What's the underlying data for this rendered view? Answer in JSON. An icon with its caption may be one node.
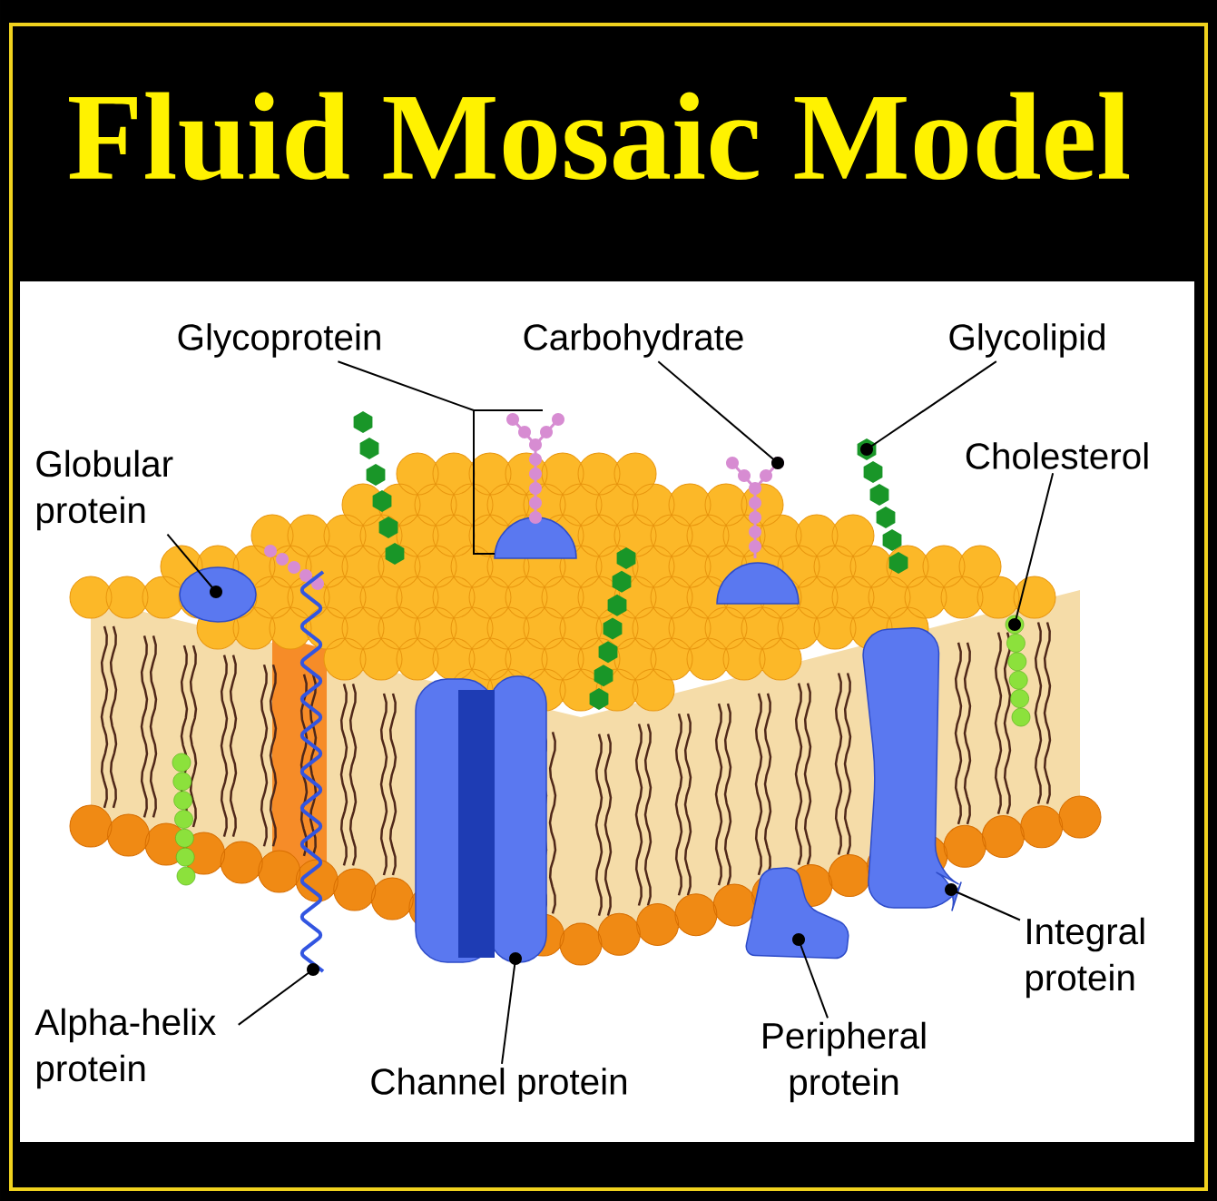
{
  "diagram": {
    "title": "Fluid Mosaic Model",
    "nodes": [
      {
        "text": [
          "Glycoprotein"
        ]
      },
      {
        "text": [
          "Carbohydrate"
        ]
      },
      {
        "text": [
          "Glycolipid"
        ]
      },
      {
        "text": [
          "Globular protein"
        ]
      },
      {
        "text": [
          "Cholesterol"
        ]
      },
      {
        "text": [
          "Integral protein"
        ]
      },
      {
        "text": [
          "Alpha-helix protein"
        ]
      },
      {
        "text": [
          "Channel protein"
        ]
      },
      {
        "text": [
          "Peripheral protein"
        ]
      },
      {
        "text": [],
        "shape": "picture"
      },
      {
        "text": [],
        "shape": "picture"
      },
      {
        "text": [],
        "shape": "picture"
      },
      {
        "text": [],
        "shape": "picture"
      },
      {
        "text": [],
        "shape": "picture"
      },
      {
        "text": [],
        "shape": "picture"
      },
      {
        "text": [],
        "shape": "picture"
      },
      {
        "text": [],
        "shape": "picture"
      },
      {
        "text": [],
        "shape": "picture"
      }
    ],
    "edges": [
      {
        "from": 0,
        "to": 9,
        "arrow": "none"
      },
      {
        "from": 1,
        "to": 10,
        "arrow": "other"
      },
      {
        "from": 2,
        "to": 11,
        "arrow": "other"
      },
      {
        "from": 3,
        "to": 12,
        "arrow": "other"
      },
      {
        "from": 4,
        "to": 13,
        "arrow": "other"
      },
      {
        "from": 5,
        "to": 14,
        "arrow": "other"
      },
      {
        "from": 6,
        "to": 15,
        "arrow": "other"
      },
      {
        "from": 7,
        "to": 16,
        "arrow": "other"
      },
      {
        "from": 8,
        "to": 17,
        "arrow": "other"
      }
    ]
  }
}
